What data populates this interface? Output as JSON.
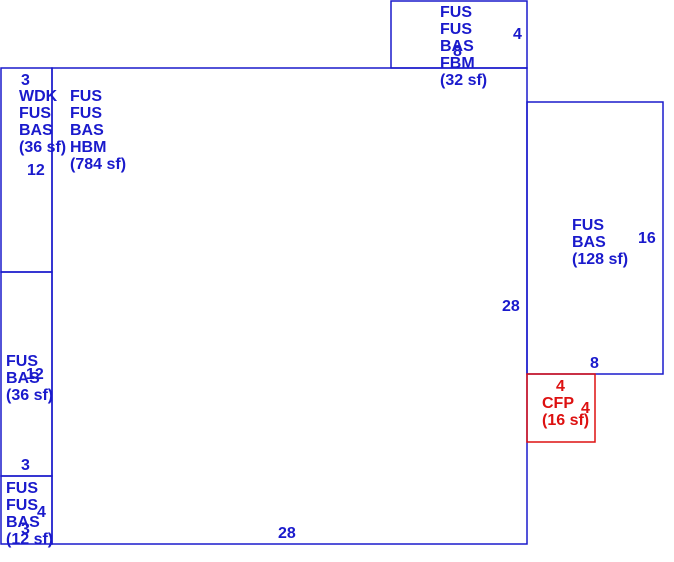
{
  "colors": {
    "main": "#1a1acc",
    "porch": "#dd1111",
    "background": "#ffffff"
  },
  "areas": [
    {
      "id": "main",
      "color": "main",
      "lines": [
        "FUS",
        "FUS",
        "BAS",
        "HBM",
        "(784 sf)"
      ]
    },
    {
      "id": "top_addition",
      "color": "main",
      "lines": [
        "FUS",
        "FUS",
        "BAS",
        "FBM",
        "(32 sf)"
      ]
    },
    {
      "id": "right_wing",
      "color": "main",
      "lines": [
        "FUS",
        "BAS",
        "(128 sf)"
      ]
    },
    {
      "id": "porch",
      "color": "porch",
      "lines": [
        "CFP",
        "(16 sf)"
      ]
    },
    {
      "id": "left_top",
      "color": "main",
      "lines": [
        "WDK",
        "FUS",
        "BAS",
        "(36 sf)"
      ]
    },
    {
      "id": "left_middle",
      "color": "main",
      "lines": [
        "FUS",
        "BAS",
        "(36 sf)"
      ]
    },
    {
      "id": "left_bottom",
      "color": "main",
      "lines": [
        "FUS",
        "FUS",
        "BAS",
        "(12 sf)"
      ]
    }
  ],
  "dimensions": [
    {
      "id": "top_add_side",
      "color": "main",
      "text": "4"
    },
    {
      "id": "top_add_width",
      "color": "main",
      "text": "8"
    },
    {
      "id": "left_top_width",
      "color": "main",
      "text": "3"
    },
    {
      "id": "left_top_height",
      "color": "main",
      "text": "12"
    },
    {
      "id": "right_wing_height",
      "color": "main",
      "text": "16"
    },
    {
      "id": "main_height",
      "color": "main",
      "text": "28"
    },
    {
      "id": "right_wing_width",
      "color": "main",
      "text": "8"
    },
    {
      "id": "left_mid_height",
      "color": "main",
      "text": "12"
    },
    {
      "id": "porch_width",
      "color": "porch",
      "text": "4"
    },
    {
      "id": "porch_height",
      "color": "porch",
      "text": "4"
    },
    {
      "id": "left_bottom_width",
      "color": "main",
      "text": "3"
    },
    {
      "id": "left_bottom_height",
      "color": "main",
      "text": "4"
    },
    {
      "id": "left_bottom_dim",
      "color": "main",
      "text": "3"
    },
    {
      "id": "main_width",
      "color": "main",
      "text": "28"
    }
  ]
}
